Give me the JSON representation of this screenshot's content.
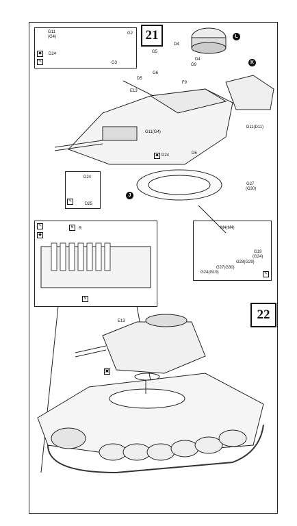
{
  "steps": {
    "s21": "21",
    "s22": "22"
  },
  "callouts": {
    "L": "L",
    "K": "K",
    "J": "J"
  },
  "parts": {
    "g11_g4": "G11",
    "g4_sub": "(G4)",
    "d24_a": "D24",
    "g2": "G2",
    "g3": "G3",
    "g5": "G5",
    "d4_a": "D4",
    "d4_b": "D4",
    "g9": "G9",
    "d5": "D5",
    "g6": "G6",
    "f9": "F9",
    "e13_a": "E13",
    "d11": "D11(D11)",
    "g11g4": "G11(G4)",
    "d24_b": "D24",
    "d6": "D6",
    "g27": "G27",
    "g30": "(G30)",
    "d24_c": "D24",
    "d25": "D25",
    "r": "R",
    "six": "6",
    "nine": "9",
    "m4": "M4(M4)",
    "g19": "G19",
    "g24p": "(G24)",
    "g28": "G28(G29)",
    "g27g30": "G27(G30)",
    "g24g19": "G24(G19)",
    "e13_b": "E13"
  }
}
